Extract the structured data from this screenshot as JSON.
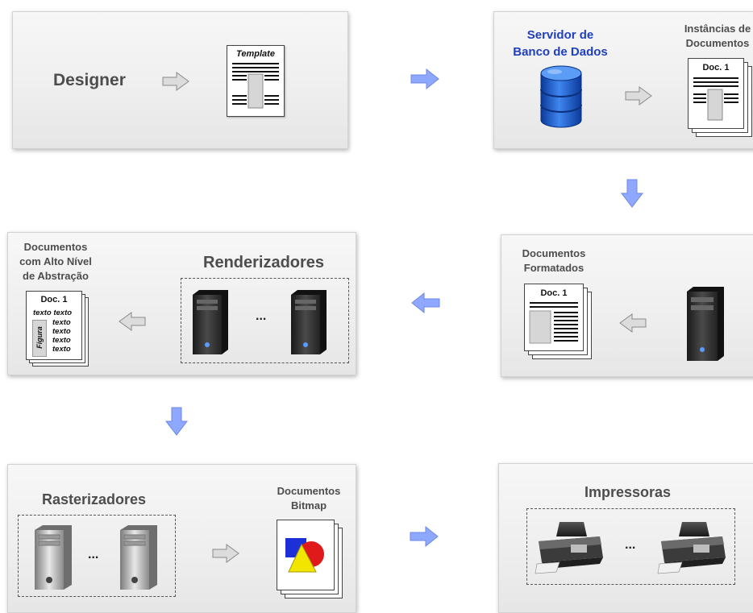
{
  "panel1": {
    "title": "Designer",
    "template_label": "Template"
  },
  "panel2": {
    "server_line1": "Servidor de",
    "server_line2": "Banco de Dados",
    "instances_line1": "Instâncias de",
    "instances_line2": "Documentos",
    "doc_label": "Doc. 1"
  },
  "panel3": {
    "caption_line1": "Documentos",
    "caption_line2": "Formatados",
    "doc_label": "Doc. 1"
  },
  "panel4": {
    "caption_line1": "Documentos",
    "caption_line2": "com Alto Nível",
    "caption_line3": "de Abstração",
    "renderers_title": "Renderizadores",
    "ellipsis": "...",
    "doc_label": "Doc. 1",
    "doc_text_1": "texto texto",
    "doc_text_2": "texto",
    "doc_text_3": "texto",
    "doc_text_4": "texto",
    "doc_text_5": "texto",
    "figure_label": "Figura"
  },
  "panel5": {
    "title": "Rasterizadores",
    "ellipsis": "...",
    "caption_line1": "Documentos",
    "caption_line2": "Bitmap"
  },
  "panel6": {
    "title": "Impressoras",
    "ellipsis": "..."
  },
  "colors": {
    "flow_arrow": "#8fa8ff",
    "internal_arrow": "#d4d4d4",
    "server_text": "#1f3fbf",
    "database": "#1e5fd6"
  }
}
